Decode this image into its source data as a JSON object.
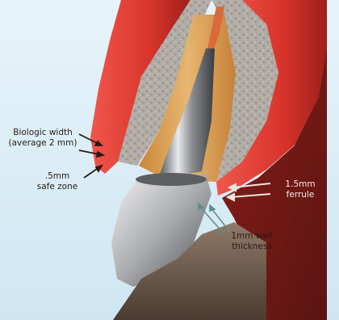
{
  "labels": {
    "biologic_width": "Biologic width",
    "biologic_width_avg": "(average 2 mm)",
    "safe_zone_size": ".5mm",
    "safe_zone": "safe zone",
    "ferrule_size": "1.5mm",
    "ferrule": "ferrule",
    "wall": "1mm wall",
    "wall_thickness": "thickness"
  },
  "colors": {
    "background": "#dbeef7",
    "gum": "#d8342c",
    "bone": "#a9a39b",
    "root": "#d99b4c",
    "post": "#b7b9bc",
    "crown_tissue": "#6b2a20",
    "label_arrow": "#2b1a14",
    "leader": "#5f8f86"
  }
}
